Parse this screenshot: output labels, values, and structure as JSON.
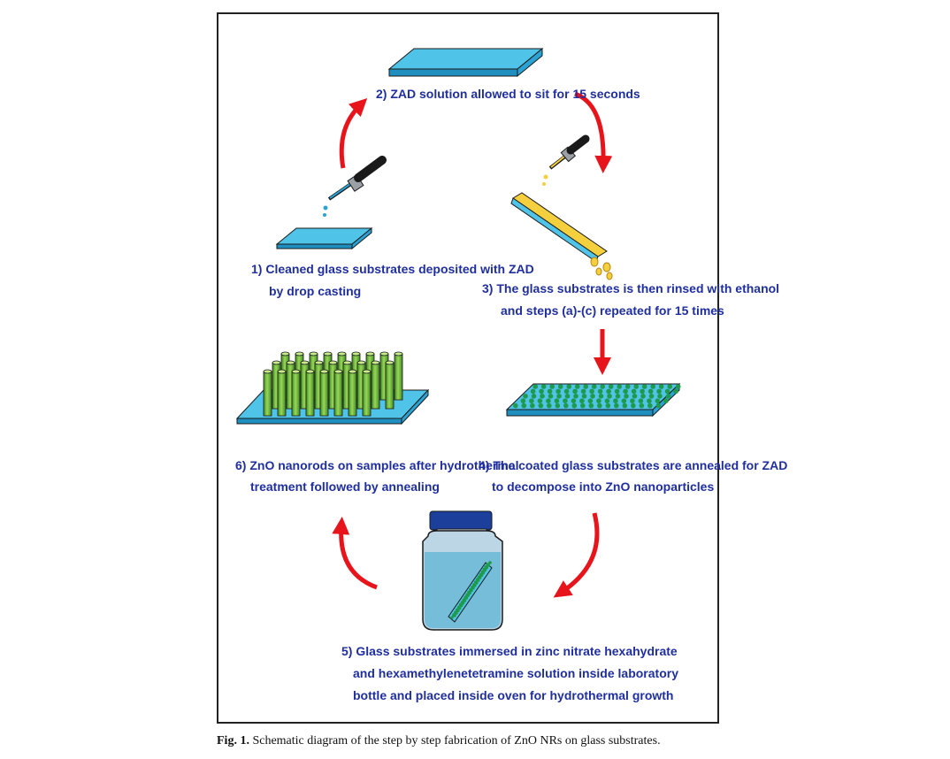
{
  "steps": {
    "step1": {
      "line1": "1) Cleaned glass substrates deposited with ZAD",
      "line2": "by drop casting"
    },
    "step2": {
      "line1": "2) ZAD solution allowed to sit for 15 seconds"
    },
    "step3": {
      "line1": "3) The glass substrates is then rinsed with ethanol",
      "line2": "and steps (a)-(c) repeated for 15 times"
    },
    "step4": {
      "line1": "4) The coated glass substrates are annealed for ZAD",
      "line2": "to decompose into ZnO nanoparticles"
    },
    "step5": {
      "line1": "5) Glass substrates immersed in zinc nitrate hexahydrate",
      "line2": "and hexamethylenetetramine solution inside laboratory",
      "line3": "bottle and placed inside oven for hydrothermal growth"
    },
    "step6": {
      "line1": "6) ZnO nanorods on samples after hydrothermal",
      "line2": "treatment followed by annealing"
    }
  },
  "caption": {
    "figure_number": "Fig. 1.",
    "text": "Schematic diagram of the step by step fabrication of ZnO NRs on glass substrates."
  },
  "colors": {
    "label_text": "#1f2f9e",
    "arrow": "#e8141c",
    "glass": "#4fc3e8",
    "glass_dark": "#1f8fc0",
    "zad_solution": "#f4d03f",
    "nanoparticle": "#1f9a4a",
    "nanorod": "#7cc242",
    "bottle_cap": "#1b3f9a",
    "bottle_liquid": "#6ab8d6"
  }
}
